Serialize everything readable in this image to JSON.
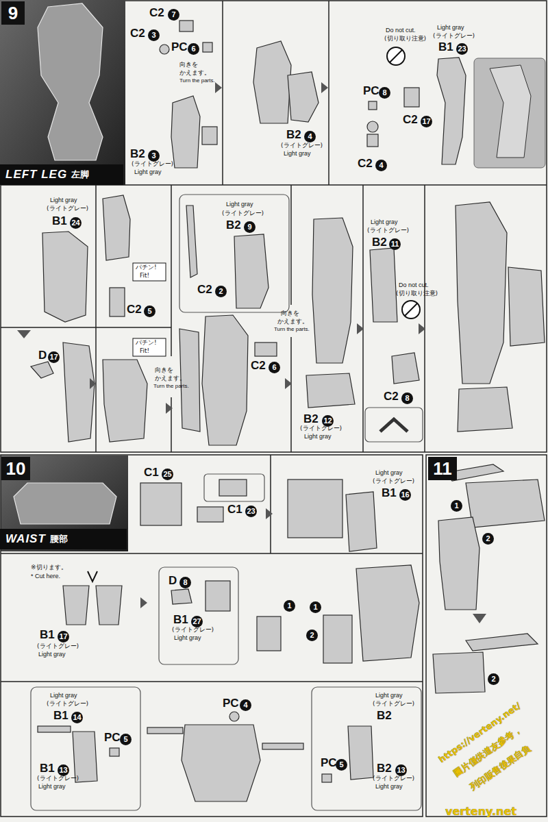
{
  "diagram": {
    "nodes": [
      {
        "text": [
          "9"
        ]
      },
      {
        "text": [
          "LEFT LEG",
          "左脚"
        ]
      },
      {
        "text": [
          "10"
        ]
      },
      {
        "text": [
          "WAIST",
          "腰部"
        ]
      },
      {
        "text": [
          "11"
        ]
      }
    ],
    "labels": [
      "C2",
      "7",
      "C2",
      "3",
      "PC",
      "6",
      "向きを",
      "かえます。",
      "Turn the parts.",
      "B2",
      "3",
      "(ライトグレー)",
      "Light gray",
      "B2",
      "4",
      "(ライトグレー)",
      "Light gray",
      "Do not cut.",
      "(切り取り注意)",
      "Light gray",
      "(ライトグレー)",
      "B1",
      "23",
      "PC",
      "8",
      "C2",
      "17",
      "C2",
      "4",
      "Light gray",
      "(ライトグレー)",
      "B1",
      "24",
      "D",
      "17",
      "パチン!",
      "Fit!",
      "C2",
      "5",
      "パチン!",
      "Fit!",
      "向きを",
      "かえます。",
      "Turn the parts.",
      "Light gray",
      "(ライトグレー)",
      "B2",
      "9",
      "C2",
      "2",
      "C2",
      "6",
      "向きを",
      "かえます。",
      "Turn the parts.",
      "B2",
      "12",
      "(ライトグレー)",
      "Light gray",
      "Light gray",
      "(ライトグレー)",
      "B2",
      "11",
      "Do not cut.",
      "(切り取り注意)",
      "C2",
      "8",
      "C1",
      "25",
      "C1",
      "23",
      "Light gray",
      "(ライトグレー)",
      "B1",
      "16",
      "※切ります。",
      "* Cut here.",
      "B1",
      "17",
      "(ライトグレー)",
      "Light gray",
      "D",
      "8",
      "B1",
      "27",
      "(ライトグレー)",
      "Light gray",
      "1",
      "1",
      "2",
      "PC",
      "4",
      "Light gray",
      "(ライトグレー)",
      "B1",
      "14",
      "PC",
      "5",
      "B1",
      "13",
      "(ライトグレー)",
      "Light gray",
      "Light gray",
      "(ライトグレー)",
      "B2",
      "PC",
      "5",
      "B2",
      "13",
      "(ライトグレー)",
      "Light gray",
      "1",
      "2",
      "2",
      "https://verteny.net/",
      "圖片僅供道友參考，",
      "列印販售後果自負",
      "verteny.net"
    ]
  }
}
